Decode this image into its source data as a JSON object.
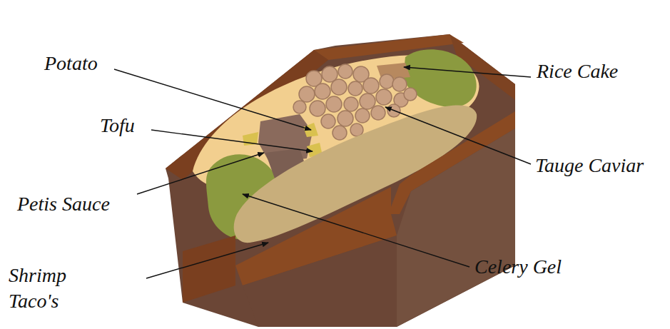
{
  "diagram": {
    "labels": [
      "Potato",
      "Tofu",
      "Petis Sauce",
      "Shrimp Taco's",
      "Rice Cake",
      "Tauge Caviar",
      "Celery Gel"
    ]
  }
}
